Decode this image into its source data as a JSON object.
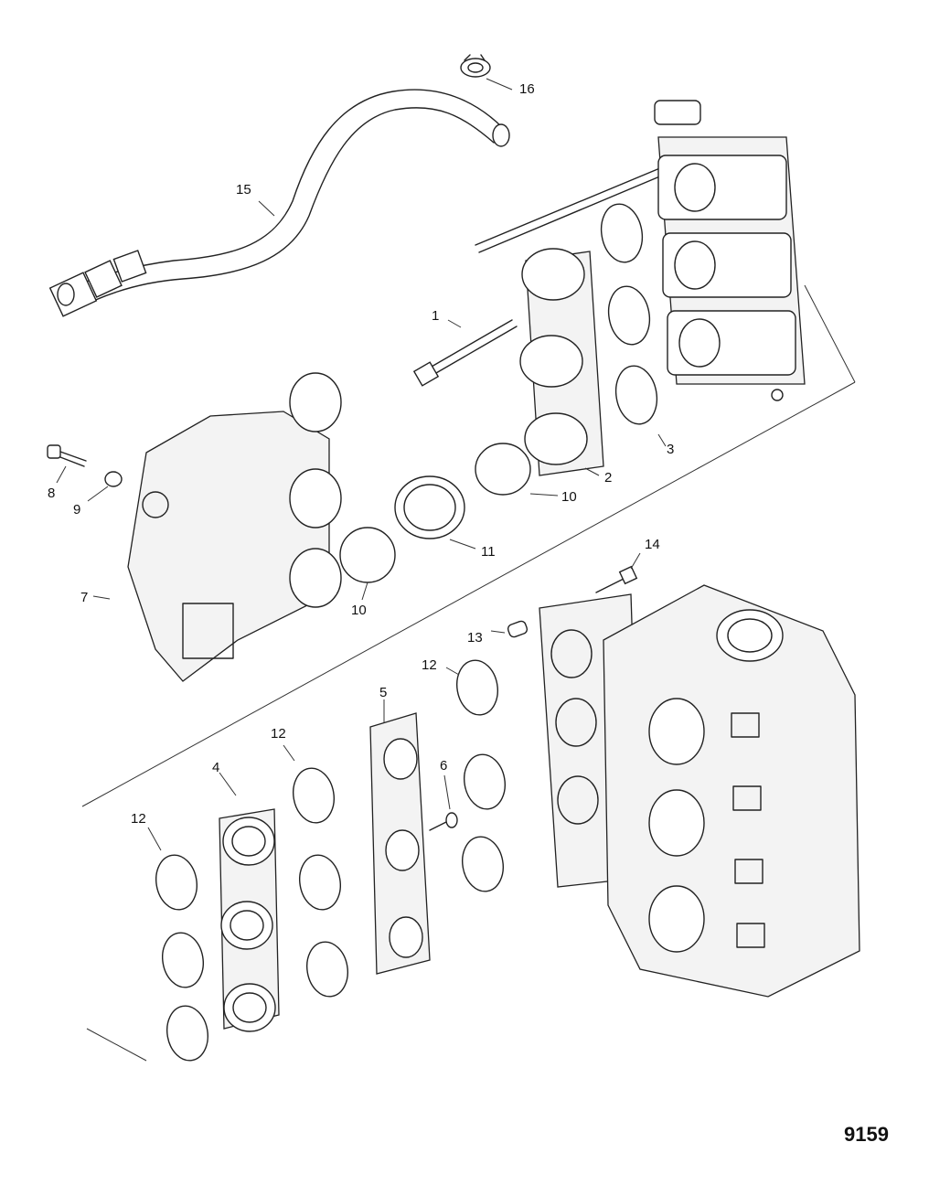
{
  "figure_number": "9159",
  "callouts": {
    "c1": "1",
    "c2": "2",
    "c3": "3",
    "c4": "4",
    "c5": "5",
    "c6": "6",
    "c7": "7",
    "c8": "8",
    "c9": "9",
    "c10a": "10",
    "c10b": "10",
    "c11": "11",
    "c12a": "12",
    "c12b": "12",
    "c12c": "12",
    "c13": "13",
    "c14": "14",
    "c15": "15",
    "c16": "16"
  }
}
